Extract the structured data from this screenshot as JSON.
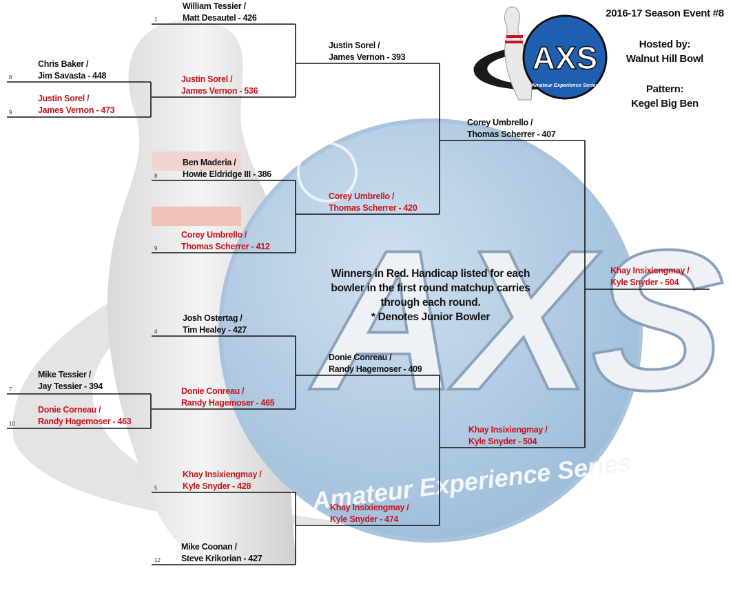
{
  "header": {
    "season": "2016-17 Season Event #8",
    "hosted_label": "Hosted by:",
    "host": "Walnut Hill Bowl",
    "pattern_label": "Pattern:",
    "pattern": "Kegel Big Ben"
  },
  "logo": {
    "letters": "AXS",
    "tagline": "Amateur Experience Series"
  },
  "watermark": {
    "letters": "AXS",
    "tagline": "Amateur Experience Series"
  },
  "note": {
    "line1": "Winners in Red.  Handicap listed for each",
    "line2": "bowler in the first round matchup carries",
    "line3": "through each round.",
    "line4": "* Denotes Junior Bowler"
  },
  "colors": {
    "winner": "#c8141c",
    "default": "#111111"
  },
  "bracket": {
    "prelims": [
      {
        "seed": "8",
        "line1": "Chris Baker /",
        "line2": "Jim Savasta - 448",
        "winner": false
      },
      {
        "seed": "9",
        "line1": "Justin Sorel /",
        "line2": "James Vernon - 473",
        "winner": true
      },
      {
        "seed": "7",
        "line1": "Mike Tessier /",
        "line2": "Jay Tessier - 394",
        "winner": false
      },
      {
        "seed": "10",
        "line1": "Donie Corneau /",
        "line2": "Randy Hagemoser - 463",
        "winner": true
      }
    ],
    "round1": [
      {
        "seed": "1",
        "line1": "William Tessier /",
        "line2": "Matt Desautel - 426",
        "winner": false
      },
      {
        "seed": "",
        "line1": "Justin Sorel /",
        "line2": "James Vernon - 536",
        "winner": true
      },
      {
        "seed": "8",
        "line1": "Ben Maderia /",
        "line2": "Howie Eldridge III - 386",
        "winner": false
      },
      {
        "seed": "9",
        "line1": "Corey Umbrello /",
        "line2": "Thomas Scherrer - 412",
        "winner": true
      },
      {
        "seed": "4",
        "line1": "Josh Ostertag /",
        "line2": "Tim Healey - 427",
        "winner": false
      },
      {
        "seed": "",
        "line1": "Donie Conreau /",
        "line2": "Randy Hagemoser - 465",
        "winner": true
      },
      {
        "seed": "5",
        "line1": "Khay Insixiengmay /",
        "line2": "Kyle Snyder - 428",
        "winner": true
      },
      {
        "seed": "12",
        "line1": "Mike Coonan /",
        "line2": "Steve Krikorian - 427",
        "winner": false
      }
    ],
    "round2": [
      {
        "line1": "Justin Sorel /",
        "line2": "James Vernon - 393",
        "winner": false
      },
      {
        "line1": "Corey Umbrello /",
        "line2": "Thomas Scherrer - 420",
        "winner": true
      },
      {
        "line1": "Donie Conreau /",
        "line2": "Randy Hagemoser - 409",
        "winner": false
      },
      {
        "line1": "Khay Insixiengmay /",
        "line2": "Kyle Snyder - 474",
        "winner": true
      }
    ],
    "round3": [
      {
        "line1": "Corey Umbrello /",
        "line2": "Thomas Scherrer - 407",
        "winner": false
      },
      {
        "line1": "Khay Insixiengmay /",
        "line2": "Kyle Snyder - 504",
        "winner": true
      }
    ],
    "final": {
      "line1": "Khay Insixiengmay /",
      "line2": "Kyle Snyder - 504",
      "winner": true
    }
  }
}
